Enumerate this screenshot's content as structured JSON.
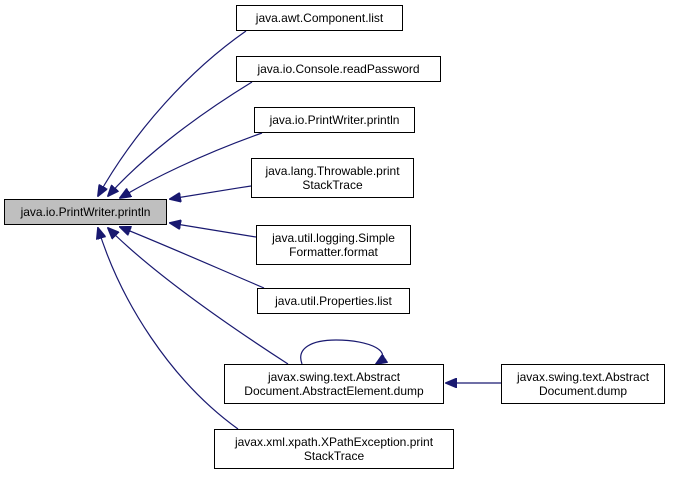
{
  "colors": {
    "edge": "#191970",
    "root_fill": "#bfbfbf",
    "node_border": "#000000"
  },
  "root": {
    "label": "java.io.PrintWriter.println"
  },
  "callers": [
    {
      "lines": [
        "java.awt.Component.list"
      ]
    },
    {
      "lines": [
        "java.io.Console.readPassword"
      ]
    },
    {
      "lines": [
        "java.io.PrintWriter.println"
      ]
    },
    {
      "lines": [
        "java.lang.Throwable.print",
        "StackTrace"
      ]
    },
    {
      "lines": [
        "java.util.logging.Simple",
        "Formatter.format"
      ]
    },
    {
      "lines": [
        "java.util.Properties.list"
      ]
    },
    {
      "lines": [
        "javax.swing.text.Abstract",
        "Document.AbstractElement.dump"
      ]
    },
    {
      "lines": [
        "javax.xml.xpath.XPathException.print",
        "StackTrace"
      ]
    }
  ],
  "secondary": {
    "lines": [
      "javax.swing.text.Abstract",
      "Document.dump"
    ]
  }
}
